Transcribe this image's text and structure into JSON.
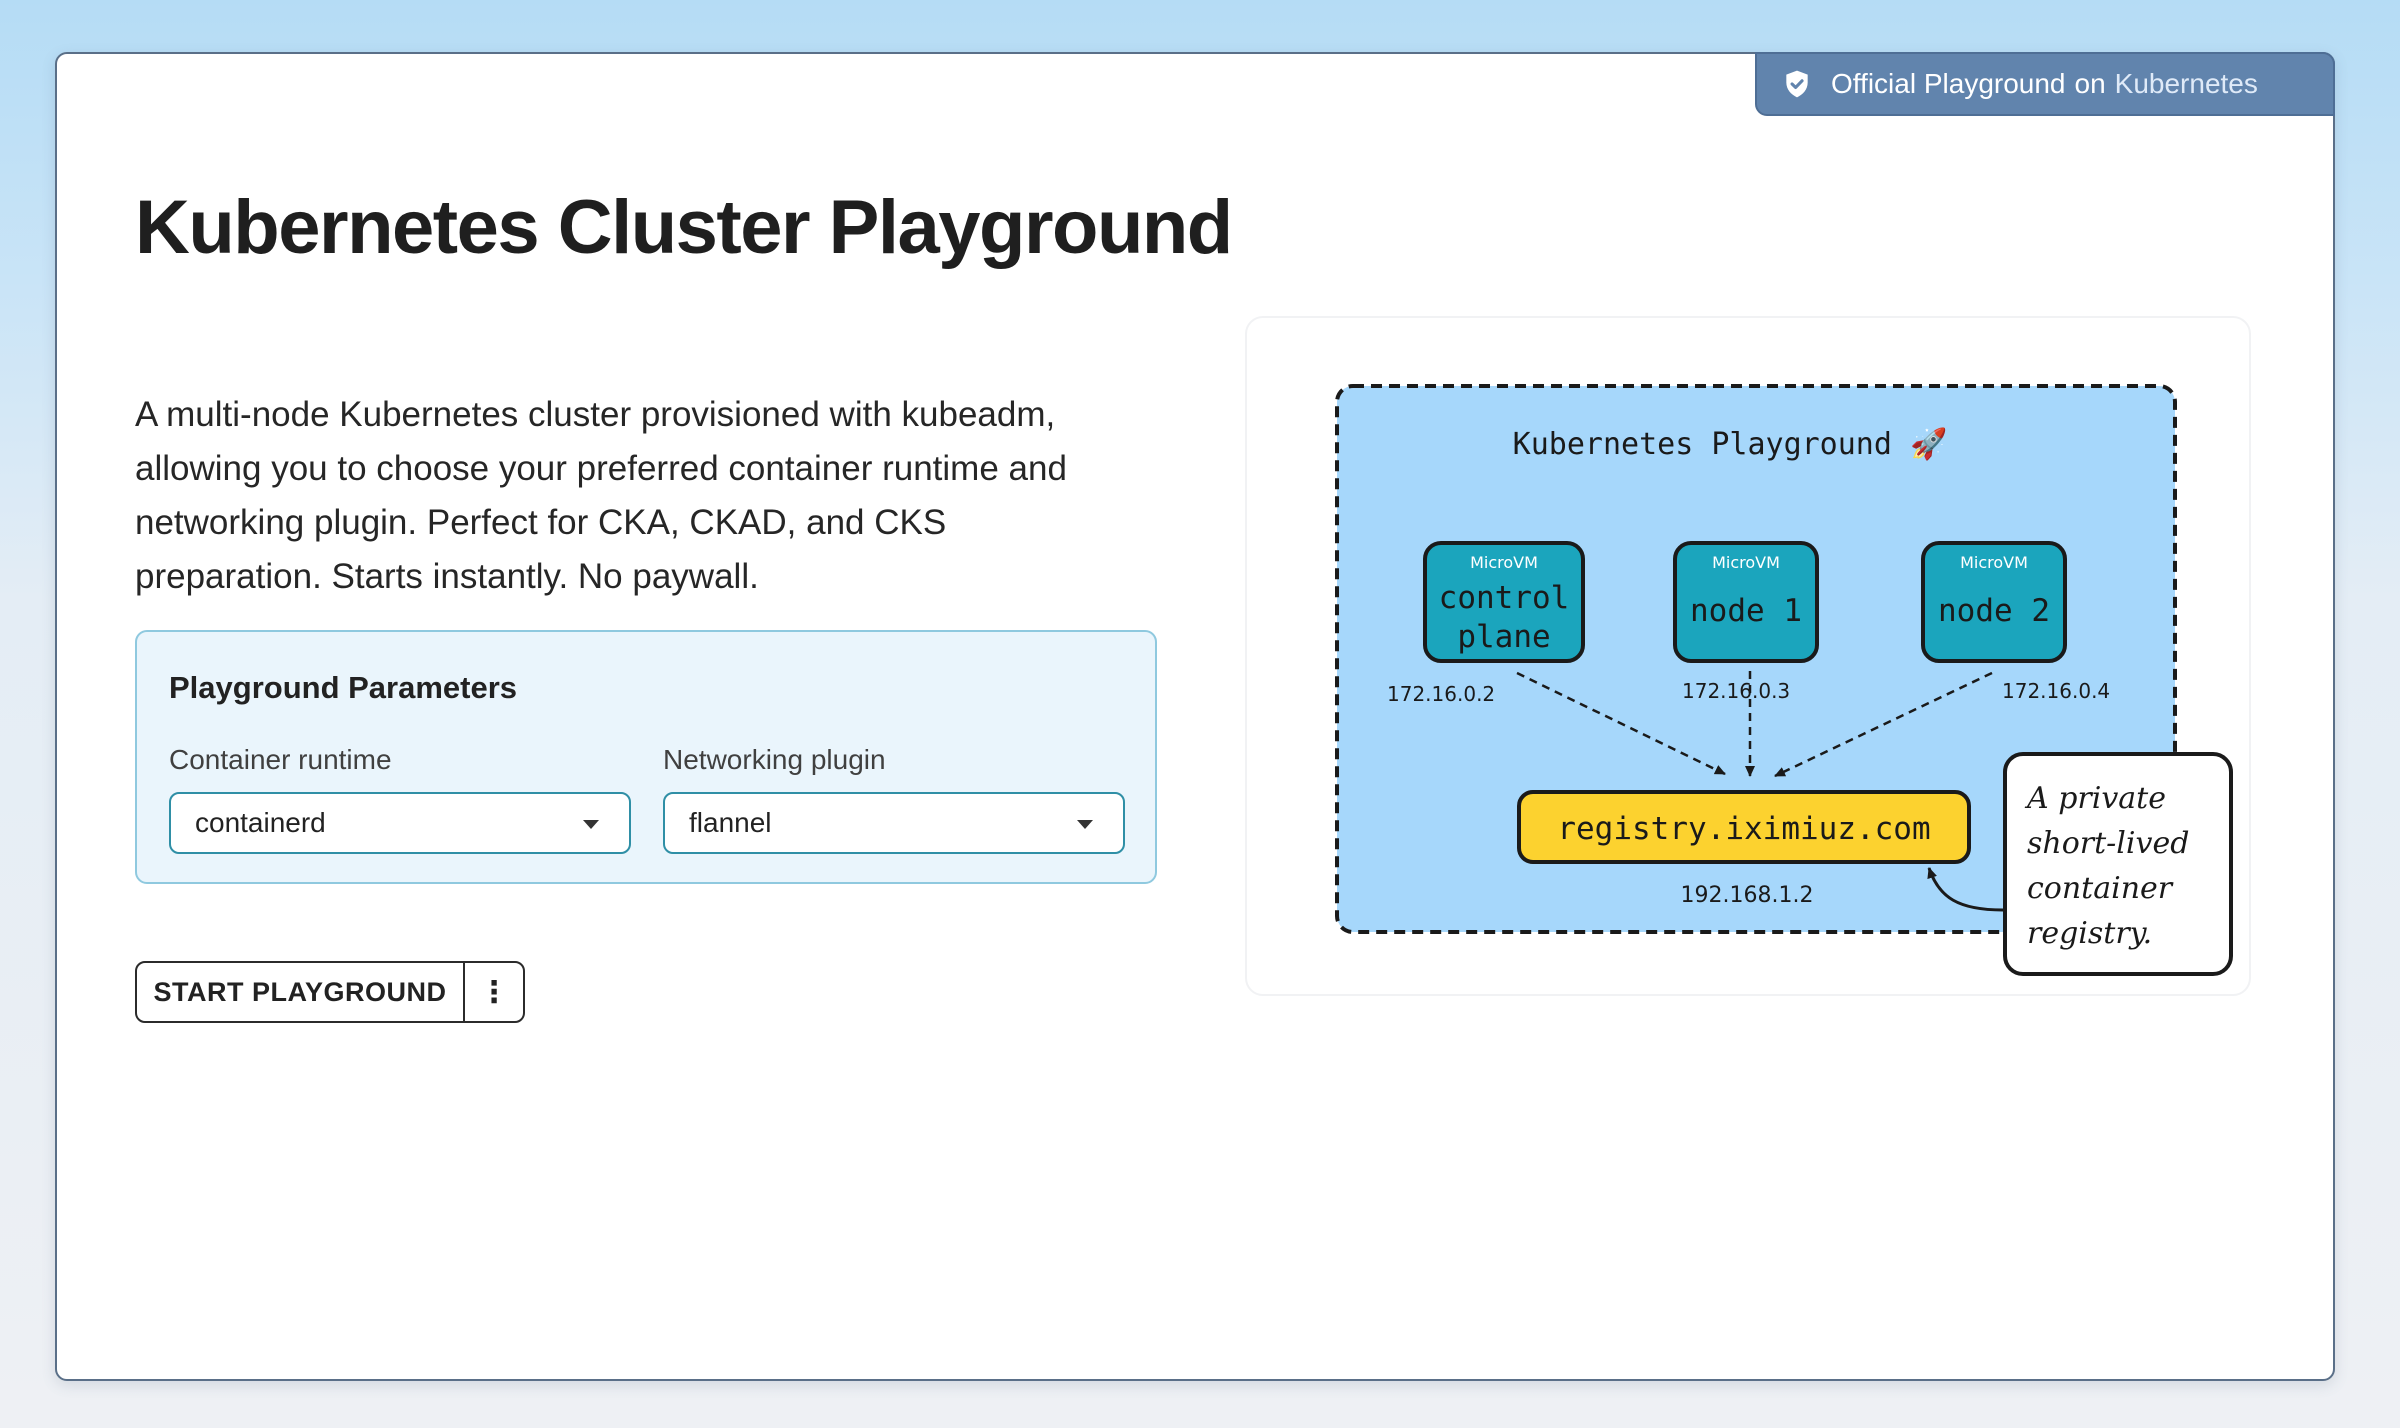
{
  "badge": {
    "icon": "shield-check-icon",
    "prefix": "Official Playground",
    "on": "on",
    "platform": "Kubernetes"
  },
  "title": "Kubernetes Cluster Playground",
  "description": "A multi-node Kubernetes cluster provisioned with kubeadm, allowing you to choose your preferred container runtime and networking plugin. Perfect for CKA, CKAD, and CKS preparation. Starts instantly. No paywall.",
  "params": {
    "title": "Playground Parameters",
    "runtime_label": "Container runtime",
    "runtime_value": "containerd",
    "network_label": "Networking plugin",
    "network_value": "flannel"
  },
  "actions": {
    "start_label": "START PLAYGROUND",
    "menu_icon": "vertical-dots-icon",
    "menu_glyph": "⋮"
  },
  "diagram": {
    "title": "Kubernetes Playground 🚀",
    "nodes": [
      {
        "tag": "MicroVM",
        "line1": "control",
        "line2": "plane",
        "ip": "172.16.0.2"
      },
      {
        "tag": "MicroVM",
        "name": "node 1",
        "ip": "172.16.0.3"
      },
      {
        "tag": "MicroVM",
        "name": "node 2",
        "ip": "172.16.0.4"
      }
    ],
    "registry": {
      "name": "registry.iximiuz.com",
      "ip": "192.168.1.2"
    },
    "note": [
      "A private",
      "short-lived",
      "container",
      "registry."
    ],
    "colors": {
      "cluster": "#a6d7fb",
      "node": "#1ba5bd",
      "registry": "#fcd22f",
      "note": "#ffffff"
    }
  }
}
